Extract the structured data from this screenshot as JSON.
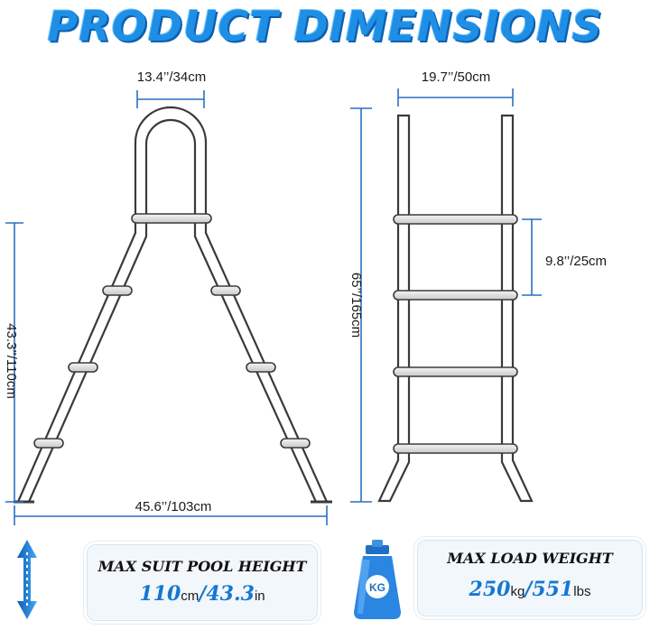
{
  "header": {
    "title": "PRODUCT DIMENSIONS"
  },
  "left_ladder": {
    "top_width": "13.4’’/34cm",
    "height": "43.3’’/110cm",
    "base_width": "45.6’’/103cm"
  },
  "right_ladder": {
    "top_width": "19.7’’/50cm",
    "total_height": "65’’/165cm",
    "step_spacing": "9.8’’/25cm"
  },
  "pool_height_card": {
    "title": "MAX SUIT POOL HEIGHT",
    "metric_value": "110",
    "metric_unit": "cm",
    "separator": "/",
    "imperial_value": "43.3",
    "imperial_unit": "in"
  },
  "load_card": {
    "title": "MAX LOAD WEIGHT",
    "metric_value": "250",
    "metric_unit": "kg",
    "separator": "/",
    "imperial_value": "551",
    "imperial_unit": "lbs"
  },
  "weight_icon": {
    "label": "KG"
  },
  "colors": {
    "accent": "#1f8fe6",
    "dim_line": "#2a6fc2",
    "ladder": "#3a3a3a"
  }
}
